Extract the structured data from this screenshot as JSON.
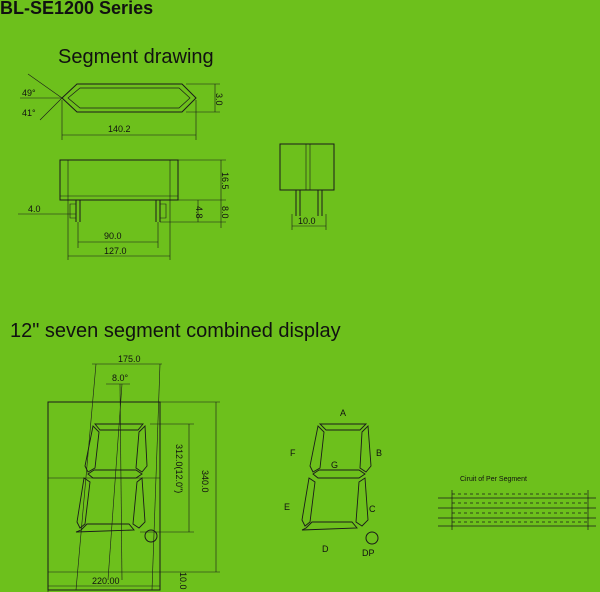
{
  "title": "BL-SE1200 Series",
  "segment_section": {
    "heading": "Segment drawing",
    "angle_upper": "49°",
    "angle_lower": "41°",
    "height": "3.0",
    "length": "140.2",
    "pin_offset": "4.0",
    "pin_spacing": "90.0",
    "body_length": "127.0",
    "body_height": "16.5",
    "pin_length_inner": "4.8",
    "pin_length": "8.0",
    "side_width": "10.0"
  },
  "display_section": {
    "heading": "12\" seven segment combined display",
    "top_width": "175.0",
    "slant": "8.0°",
    "char_height": "312.0(12.0\")",
    "total_height": "340.0",
    "total_width": "220.00",
    "bottom_margin": "10.0"
  },
  "segment_labels": {
    "a": "A",
    "b": "B",
    "c": "C",
    "d": "D",
    "e": "E",
    "f": "F",
    "g": "G",
    "dp": "DP"
  },
  "circuit": {
    "label": "Ciruit of Per Segment"
  }
}
